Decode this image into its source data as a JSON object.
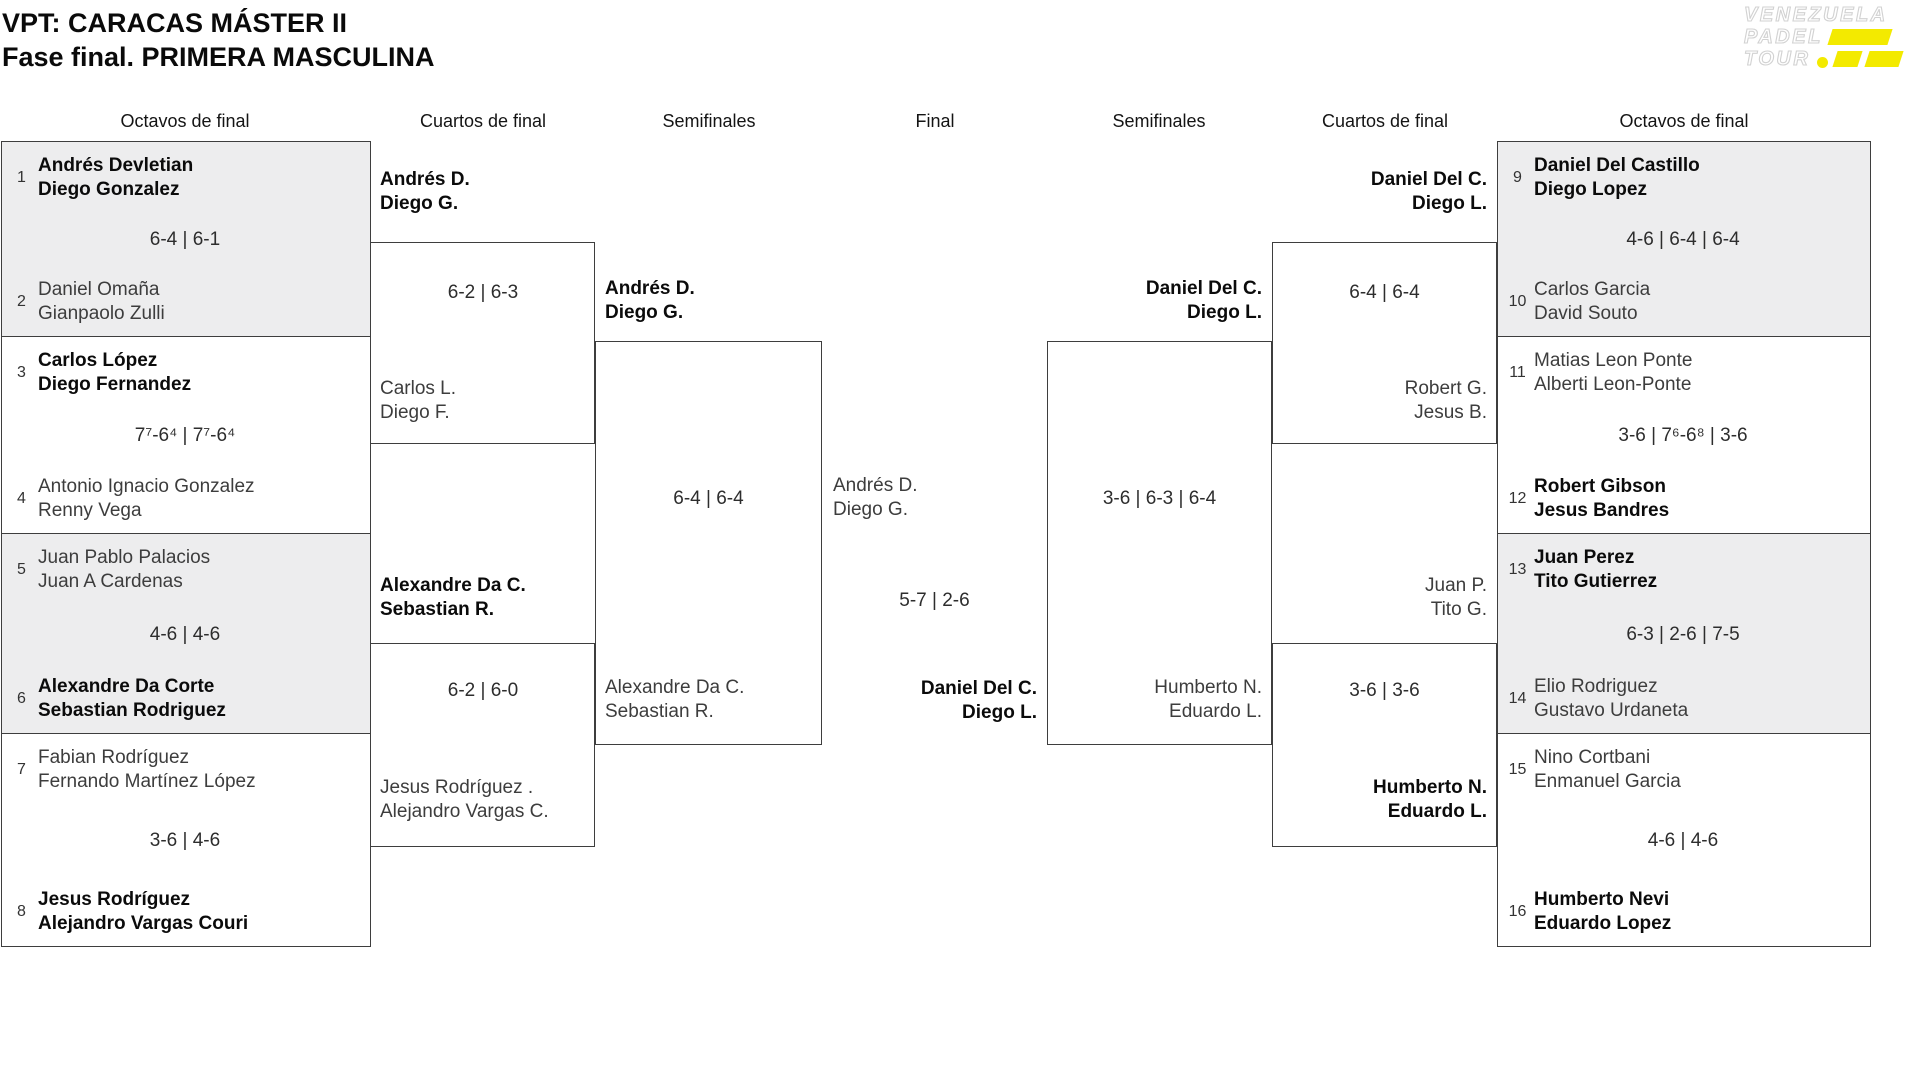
{
  "title": {
    "line1": "VPT: CARACAS MÁSTER II",
    "line2": "Fase final. PRIMERA MASCULINA"
  },
  "logo": {
    "word1": "VENEZUELA",
    "word2": "PADEL",
    "word3": "TOUR",
    "accent_color": "#F3EA00"
  },
  "headers": [
    "Octavos de final",
    "Cuartos de final",
    "Semifinales",
    "Final",
    "Semifinales",
    "Cuartos de final",
    "Octavos de final"
  ],
  "r16_left": [
    {
      "seed_top": "1",
      "team_top": "Andrés Devletian\nDiego Gonzalez",
      "score": "6-4 | 6-1",
      "seed_bottom": "2",
      "team_bottom": "Daniel Omaña\nGianpaolo Zulli"
    },
    {
      "seed_top": "3",
      "team_top": "Carlos López\nDiego Fernandez",
      "score": "7⁷-6⁴ | 7⁷-6⁴",
      "seed_bottom": "4",
      "team_bottom": "Antonio Ignacio Gonzalez\nRenny Vega"
    },
    {
      "seed_top": "5",
      "team_top": "Juan Pablo Palacios\nJuan A Cardenas",
      "score": "4-6 | 4-6",
      "seed_bottom": "6",
      "team_bottom": "Alexandre Da Corte\nSebastian Rodriguez"
    },
    {
      "seed_top": "7",
      "team_top": "Fabian Rodríguez\nFernando Martínez López",
      "score": "3-6 | 4-6",
      "seed_bottom": "8",
      "team_bottom": "Jesus Rodríguez\nAlejandro Vargas Couri"
    }
  ],
  "qf_left": [
    {
      "top": "Andrés D.\nDiego G.",
      "score": "6-2 | 6-3",
      "bottom": "Carlos L.\nDiego F."
    },
    {
      "top": "Alexandre Da C.\nSebastian R.",
      "score": "6-2 | 6-0",
      "bottom": "Jesus Rodríguez .\nAlejandro Vargas C."
    }
  ],
  "sf_left": {
    "top": "Andrés D.\nDiego G.",
    "score": "6-4 | 6-4",
    "bottom": "Alexandre Da C.\nSebastian R."
  },
  "final": {
    "left": "Andrés D.\nDiego G.",
    "score": "5-7 | 2-6",
    "right": "Daniel Del C.\nDiego L."
  },
  "sf_right": {
    "top": "Daniel Del C.\nDiego L.",
    "score": "3-6 | 6-3 | 6-4",
    "bottom": "Humberto N.\nEduardo L."
  },
  "qf_right": [
    {
      "top": "Daniel Del C.\nDiego L.",
      "score": "6-4 | 6-4",
      "bottom": "Robert G.\nJesus B."
    },
    {
      "top": "Juan P.\nTito G.",
      "score": "3-6 | 3-6",
      "bottom": "Humberto N.\nEduardo L."
    }
  ],
  "r16_right": [
    {
      "seed_top": "9",
      "team_top": "Daniel Del Castillo\nDiego Lopez",
      "score": "4-6 | 6-4 | 6-4",
      "seed_bottom": "10",
      "team_bottom": "Carlos Garcia\nDavid Souto"
    },
    {
      "seed_top": "11",
      "team_top": "Matias Leon Ponte\nAlberti Leon-Ponte",
      "score": "3-6 | 7⁶-6⁸ | 3-6",
      "seed_bottom": "12",
      "team_bottom": "Robert Gibson\nJesus Bandres"
    },
    {
      "seed_top": "13",
      "team_top": "Juan Perez\nTito Gutierrez",
      "score": "6-3 | 2-6 | 7-5",
      "seed_bottom": "14",
      "team_bottom": "Elio Rodriguez\nGustavo Urdaneta"
    },
    {
      "seed_top": "15",
      "team_top": "Nino Cortbani\nEnmanuel Garcia",
      "score": "4-6 | 4-6",
      "seed_bottom": "16",
      "team_bottom": "Humberto Nevi\nEduardo Lopez"
    }
  ]
}
